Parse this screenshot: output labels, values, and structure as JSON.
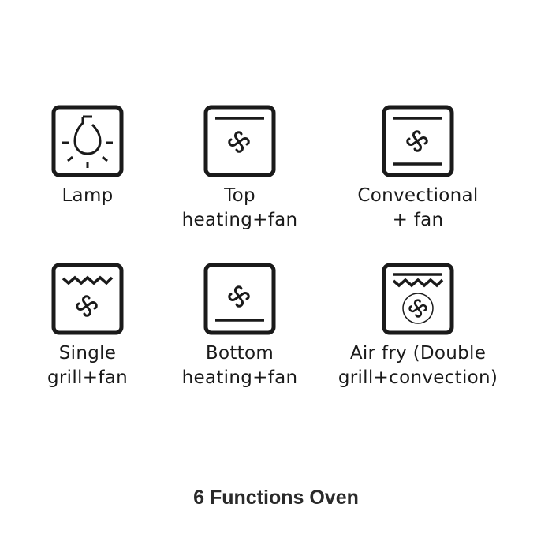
{
  "functions": [
    {
      "id": "lamp",
      "icon": "lamp-icon",
      "label_lines": [
        "Lamp"
      ]
    },
    {
      "id": "top-heating-fan",
      "icon": "top-heating-fan-icon",
      "label_lines": [
        "Top",
        "heating+fan"
      ]
    },
    {
      "id": "convectional-fan",
      "icon": "convectional-fan-icon",
      "label_lines": [
        "Convectional",
        "+ fan"
      ]
    },
    {
      "id": "single-grill-fan",
      "icon": "single-grill-fan-icon",
      "label_lines": [
        "Single",
        "grill+fan"
      ]
    },
    {
      "id": "bottom-heating-fan",
      "icon": "bottom-heating-fan-icon",
      "label_lines": [
        "Bottom",
        "heating+fan"
      ]
    },
    {
      "id": "air-fry",
      "icon": "air-fry-icon",
      "label_lines": [
        "Air fry (Double",
        "grill+convection)"
      ]
    }
  ],
  "footer": {
    "title": "6 Functions Oven"
  },
  "colors": {
    "stroke": "#1a1a1a",
    "background": "#ffffff"
  }
}
